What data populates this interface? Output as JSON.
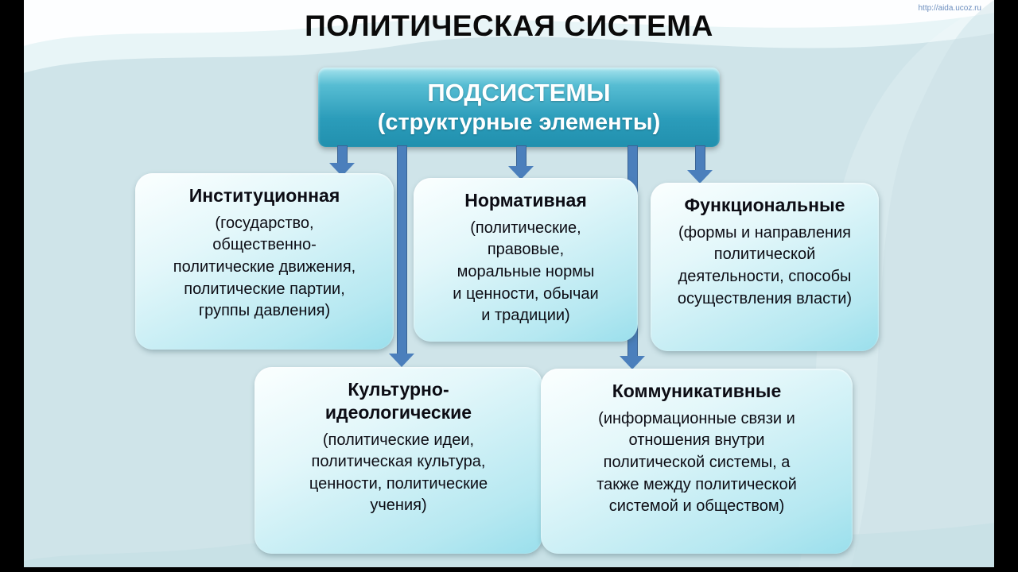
{
  "watermark": "http://aida.ucoz.ru",
  "slide": {
    "title": "ПОЛИТИЧЕСКАЯ СИСТЕМА",
    "root_box": {
      "line1": "ПОДСИСТЕМЫ",
      "line2": "(структурные элементы)"
    },
    "boxes": [
      {
        "title": "Институционная",
        "body": "(государство,\nобщественно-\nполитические движения,\nполитические партии,\nгруппы давления)"
      },
      {
        "title": "Нормативная",
        "body": "(политические,\nправовые,\nморальные нормы\nи ценности, обычаи\nи традиции)"
      },
      {
        "title": "Функциональные",
        "body": "(формы и направления\nполитической\nдеятельности, способы\nосуществления власти)"
      },
      {
        "title": "Культурно-\nидеологические",
        "body": "(политические идеи,\nполитическая культура,\nценности, политические\nучения)"
      },
      {
        "title": "Коммуникативные",
        "body": "(информационные связи и\nотношения внутри\nполитической системы, а\nтакже между политической\nсистемой и обществом)"
      }
    ]
  },
  "colors": {
    "slide_background": "#cfe4e9",
    "root_box_fill": "#2b9cba",
    "child_box_fill": "#aee4f0",
    "arrow": "#4b7fbc",
    "title_text": "#0a0a0a",
    "root_box_text": "#ffffff",
    "frame": "#000000"
  }
}
